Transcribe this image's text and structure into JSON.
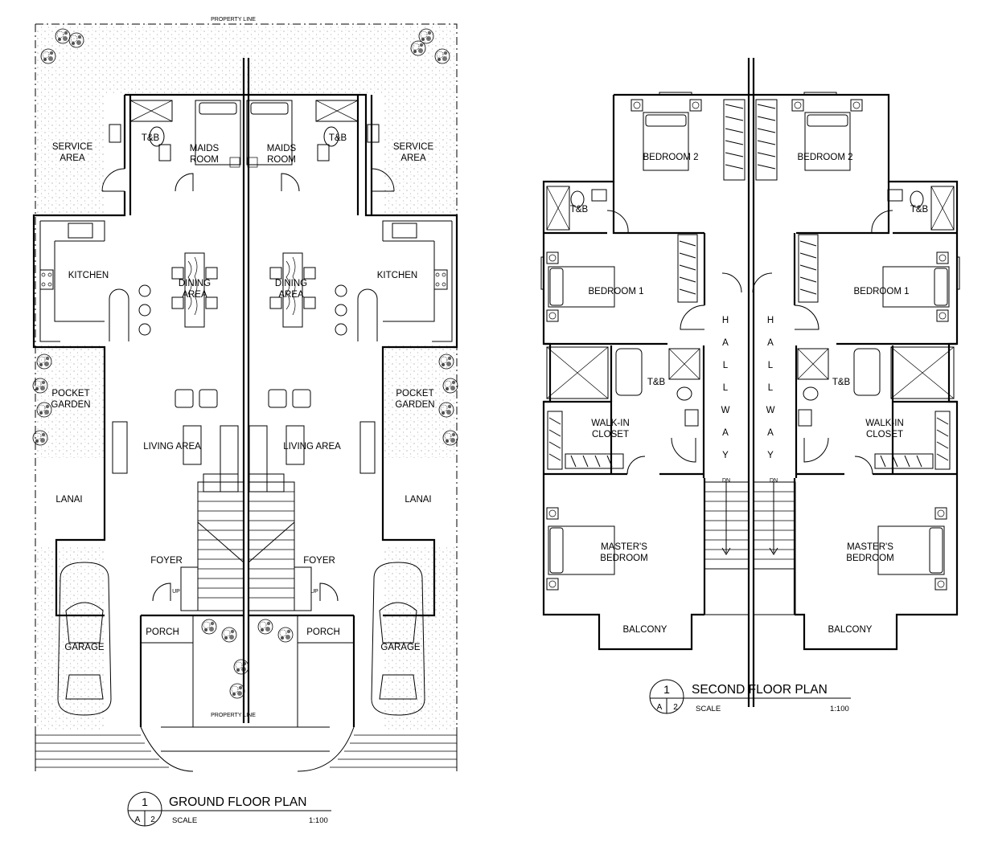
{
  "ground_floor": {
    "title": "GROUND FLOOR PLAN",
    "number": "1",
    "sheet_a": "A",
    "sheet_b": "2",
    "scale_label": "SCALE",
    "scale_value": "1:100",
    "property_line": "PROPERTY LINE",
    "left": {
      "service": [
        "SERVICE",
        "AREA"
      ],
      "tb": "T&B",
      "maids": [
        "MAIDS",
        "ROOM"
      ],
      "kitchen": "KITCHEN",
      "dining": [
        "DINING",
        "AREA"
      ],
      "pocket": [
        "POCKET",
        "GARDEN"
      ],
      "living": "LIVING  AREA",
      "lanai": "LANAI",
      "foyer": "FOYER",
      "porch": "PORCH",
      "garage": "GARAGE",
      "up": "UP"
    },
    "right": {
      "service": [
        "SERVICE",
        "AREA"
      ],
      "tb": "T&B",
      "maids": [
        "MAIDS",
        "ROOM"
      ],
      "kitchen": "KITCHEN",
      "dining": [
        "DINING",
        "AREA"
      ],
      "pocket": [
        "POCKET",
        "GARDEN"
      ],
      "living": "LIVING  AREA",
      "lanai": "LANAI",
      "foyer": "FOYER",
      "porch": "PORCH",
      "garage": "GARAGE",
      "up": "UP"
    }
  },
  "second_floor": {
    "title": "SECOND FLOOR PLAN",
    "number": "1",
    "sheet_a": "A",
    "sheet_b": "2",
    "scale_label": "SCALE",
    "scale_value": "1:100",
    "left": {
      "bedroom2": "BEDROOM  2",
      "tb_top": "T&B",
      "bedroom1": "BEDROOM  1",
      "tb_mid": "T&B",
      "walkin": [
        "WALK-IN",
        "CLOSET"
      ],
      "masters": [
        "MASTER'S",
        "BEDROOM"
      ],
      "balcony": "BALCONY",
      "hallway": [
        "H",
        "A",
        "L",
        "L",
        "W",
        "A",
        "Y"
      ],
      "dn": "DN"
    },
    "right": {
      "bedroom2": "BEDROOM  2",
      "tb_top": "T&B",
      "bedroom1": "BEDROOM  1",
      "tb_mid": "T&B",
      "walkin": [
        "WALK-IN",
        "CLOSET"
      ],
      "masters": [
        "MASTER'S",
        "BEDROOM"
      ],
      "balcony": "BALCONY",
      "hallway": [
        "H",
        "A",
        "L",
        "L",
        "W",
        "A",
        "Y"
      ],
      "dn": "DN"
    }
  },
  "colors": {
    "line": "#000000",
    "background": "#ffffff"
  }
}
